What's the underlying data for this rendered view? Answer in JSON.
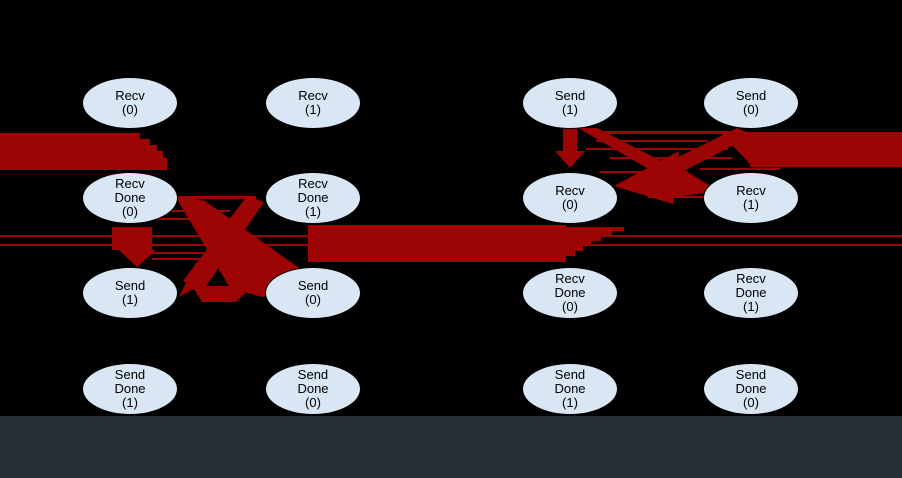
{
  "title": "Send/Recv communication dependency graph with highlighted critical-path arrows",
  "canvas": {
    "background_color": "#000000",
    "bottom_bar_color": "#262d35"
  },
  "node_style": {
    "fill": "#d9e6f4",
    "stroke": "#000000",
    "text_color": "#000000"
  },
  "arrow_color": "#9d0404",
  "graph": {
    "columns": 4,
    "rows": 4,
    "nodes": [
      {
        "id": "c1r1",
        "col": 0,
        "row": 0,
        "lines": [
          "Recv",
          "(0)"
        ]
      },
      {
        "id": "c1r2",
        "col": 0,
        "row": 1,
        "lines": [
          "Recv",
          "Done",
          "(0)"
        ]
      },
      {
        "id": "c1r3",
        "col": 0,
        "row": 2,
        "lines": [
          "Send",
          "(1)"
        ]
      },
      {
        "id": "c1r4",
        "col": 0,
        "row": 3,
        "lines": [
          "Send",
          "Done",
          "(1)"
        ]
      },
      {
        "id": "c2r1",
        "col": 1,
        "row": 0,
        "lines": [
          "Recv",
          "(1)"
        ]
      },
      {
        "id": "c2r2",
        "col": 1,
        "row": 1,
        "lines": [
          "Recv",
          "Done",
          "(1)"
        ]
      },
      {
        "id": "c2r3",
        "col": 1,
        "row": 2,
        "lines": [
          "Send",
          "(0)"
        ]
      },
      {
        "id": "c2r4",
        "col": 1,
        "row": 3,
        "lines": [
          "Send",
          "Done",
          "(0)"
        ]
      },
      {
        "id": "c3r1",
        "col": 2,
        "row": 0,
        "lines": [
          "Send",
          "(1)"
        ]
      },
      {
        "id": "c3r2",
        "col": 2,
        "row": 1,
        "lines": [
          "Recv",
          "(0)"
        ]
      },
      {
        "id": "c3r3",
        "col": 2,
        "row": 2,
        "lines": [
          "Recv",
          "Done",
          "(0)"
        ]
      },
      {
        "id": "c3r4",
        "col": 2,
        "row": 3,
        "lines": [
          "Send",
          "Done",
          "(1)"
        ]
      },
      {
        "id": "c4r1",
        "col": 3,
        "row": 0,
        "lines": [
          "Send",
          "(0)"
        ]
      },
      {
        "id": "c4r2",
        "col": 3,
        "row": 1,
        "lines": [
          "Recv",
          "(1)"
        ]
      },
      {
        "id": "c4r3",
        "col": 3,
        "row": 2,
        "lines": [
          "Recv",
          "Done",
          "(1)"
        ]
      },
      {
        "id": "c4r4",
        "col": 3,
        "row": 3,
        "lines": [
          "Send",
          "Done",
          "(0)"
        ]
      }
    ],
    "highlighted_edges": [
      {
        "from": "off-screen-left",
        "to": "c1r2",
        "style": "thick band entering left edge"
      },
      {
        "from": "off-screen-left",
        "to": "c1r3",
        "style": "thin lines entering left edge, arrow down"
      },
      {
        "from": "c1r2",
        "to": "c2r3",
        "style": "diagonal band"
      },
      {
        "from": "c2r2",
        "to": "c1r3",
        "style": "diagonal band"
      },
      {
        "from": "c2r2",
        "to": "c3r2",
        "style": "thick horizontal band, thin lines continue to right edge"
      },
      {
        "from": "c3r1",
        "to": "c3r2",
        "style": "short vertical arrow"
      },
      {
        "from": "c3r1",
        "to": "c4r2",
        "style": "diagonal band"
      },
      {
        "from": "c4r1",
        "to": "c3r2",
        "style": "diagonal band with large arrowhead"
      },
      {
        "from": "c4r1",
        "to": "off-screen-right",
        "style": "thick band exiting right edge"
      }
    ]
  }
}
